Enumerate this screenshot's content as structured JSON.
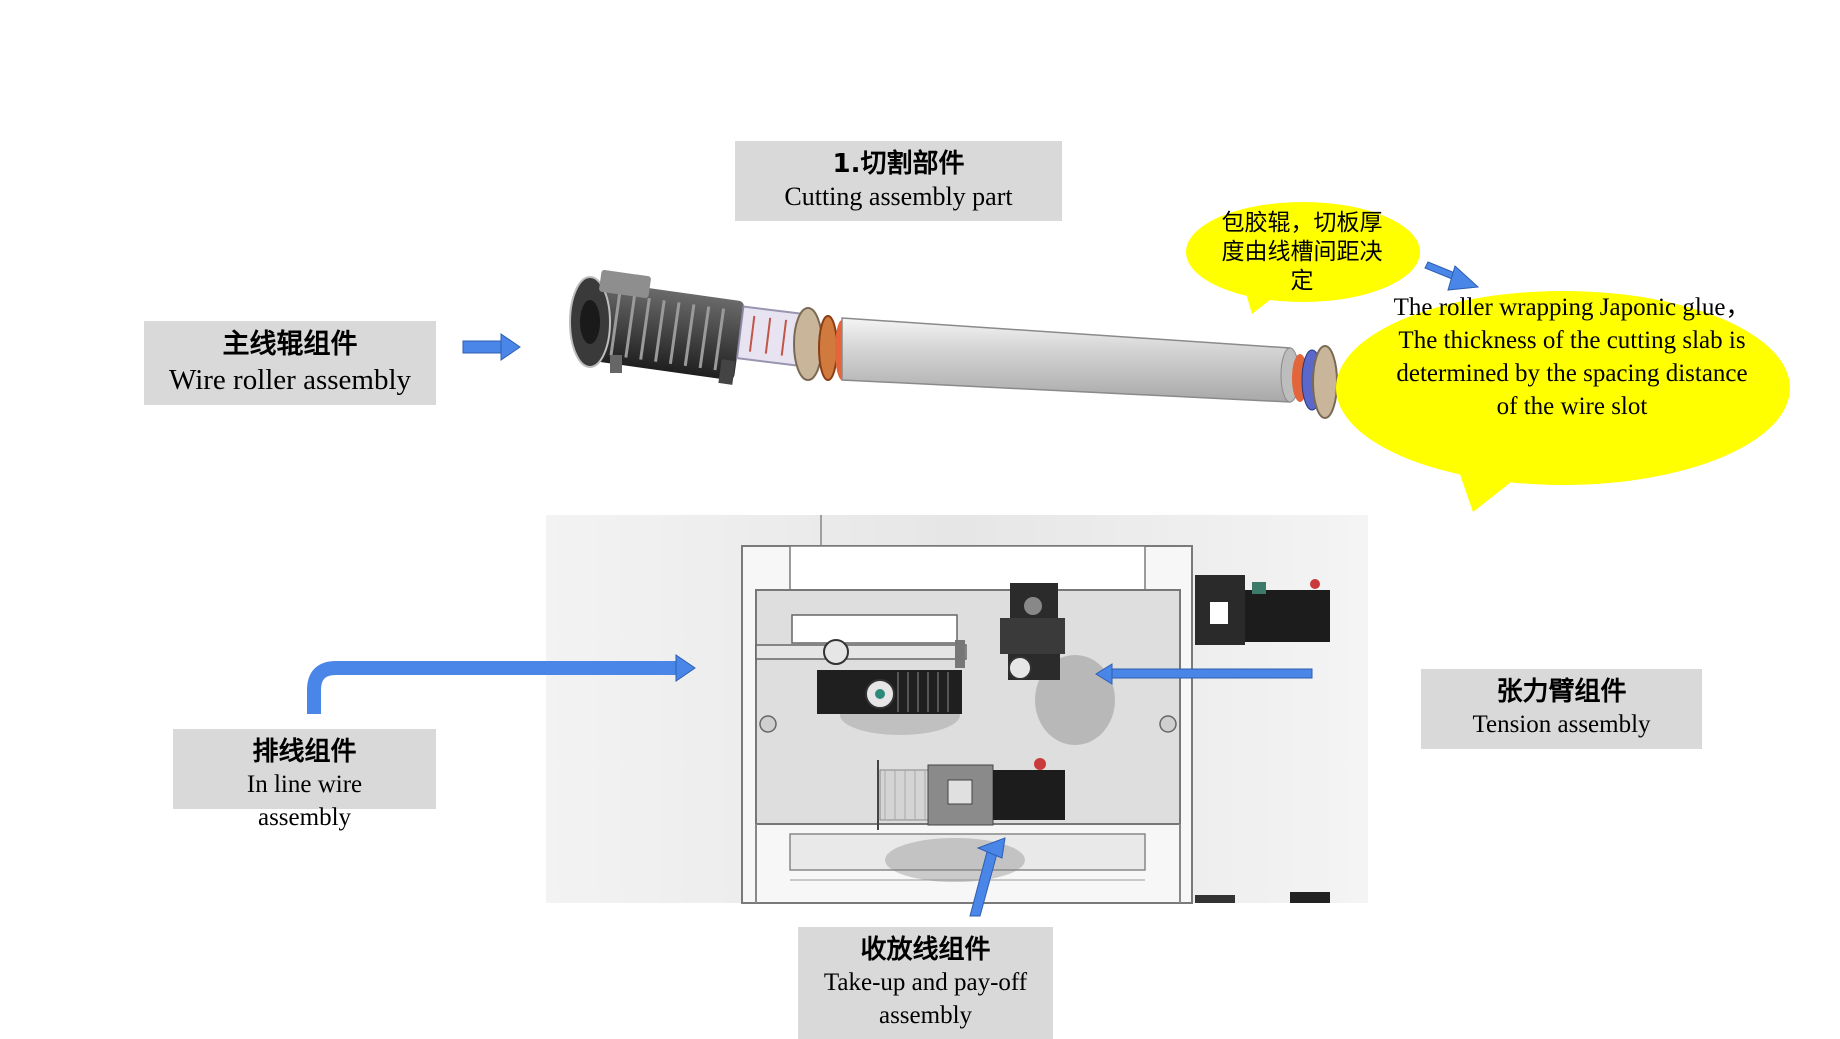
{
  "labels": {
    "cutting": {
      "zh": "1.切割部件",
      "en": "Cutting assembly part"
    },
    "wire_roller": {
      "zh": "主线辊组件",
      "en": "Wire roller assembly"
    },
    "inline_wire": {
      "zh": "排线组件",
      "en": "In line wire assembly"
    },
    "tension": {
      "zh": "张力臂组件",
      "en": "Tension assembly"
    },
    "takeup": {
      "zh": "收放线组件",
      "en": "Take-up and pay-off assembly"
    }
  },
  "callouts": {
    "zh": "包胶辊，切板厚度由线槽间距决定",
    "en": "The roller wrapping Japonic glue，The thickness of the cutting slab is determined by the spacing distance of the wire slot"
  },
  "colors": {
    "label_bg": "#d9d9d9",
    "arrow": "#4a86e8",
    "callout": "#ffff00"
  }
}
